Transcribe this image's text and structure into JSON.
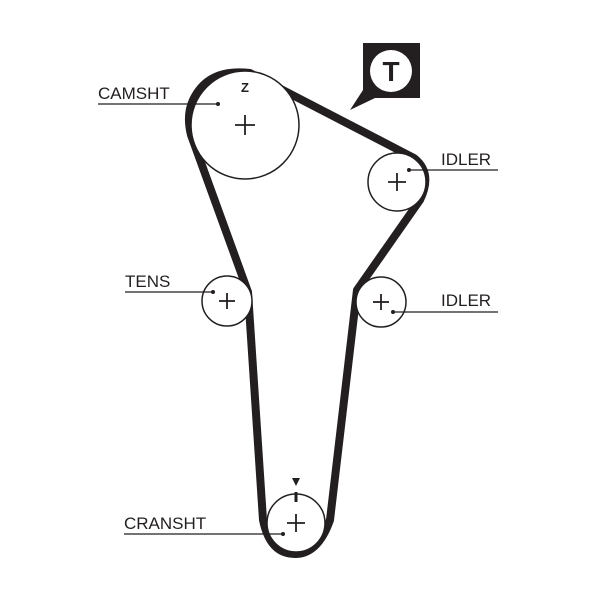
{
  "diagram": {
    "labels": {
      "camshaft": "CAMSHT",
      "idler_upper": "IDLER",
      "tensioner": "TENS",
      "idler_lower": "IDLER",
      "crankshaft": "CRANSHT"
    },
    "cam_mark": "Z",
    "tensioner_badge": "T",
    "colors": {
      "ink": "#231f20",
      "background": "#ffffff"
    }
  }
}
